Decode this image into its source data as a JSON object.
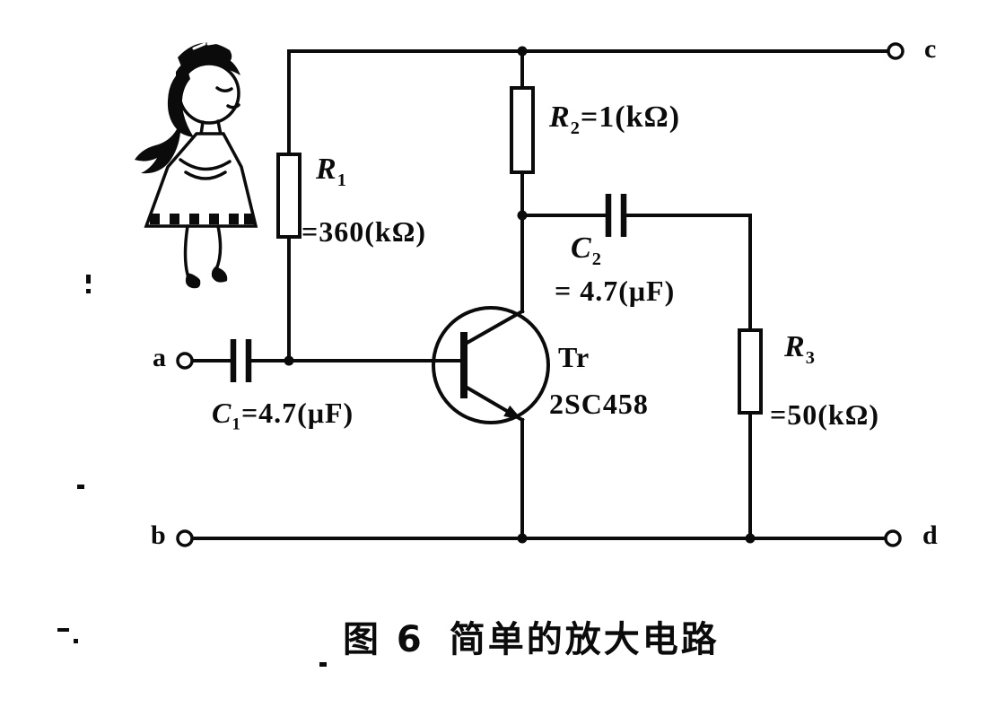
{
  "page": {
    "ink": "#0b0b0b",
    "paper": "#ffffff"
  },
  "caption": {
    "fig": "图 6",
    "title": "简单的放大电路"
  },
  "terminals": {
    "a": "a",
    "b": "b",
    "c": "c",
    "d": "d"
  },
  "components": {
    "r1": {
      "sym": "R",
      "sub": "1",
      "value": "=360(kΩ)"
    },
    "r2": {
      "sym": "R",
      "sub": "2",
      "value": "=1(kΩ)"
    },
    "r3": {
      "sym": "R",
      "sub": "3",
      "value": "=50(kΩ)"
    },
    "c1": {
      "sym": "C",
      "sub": "1",
      "value": "=4.7(μF)"
    },
    "c2": {
      "sym": "C",
      "sub": "2",
      "value": "= 4.7(μF)"
    },
    "transistor": {
      "name": "Tr",
      "model": "2SC458"
    }
  }
}
